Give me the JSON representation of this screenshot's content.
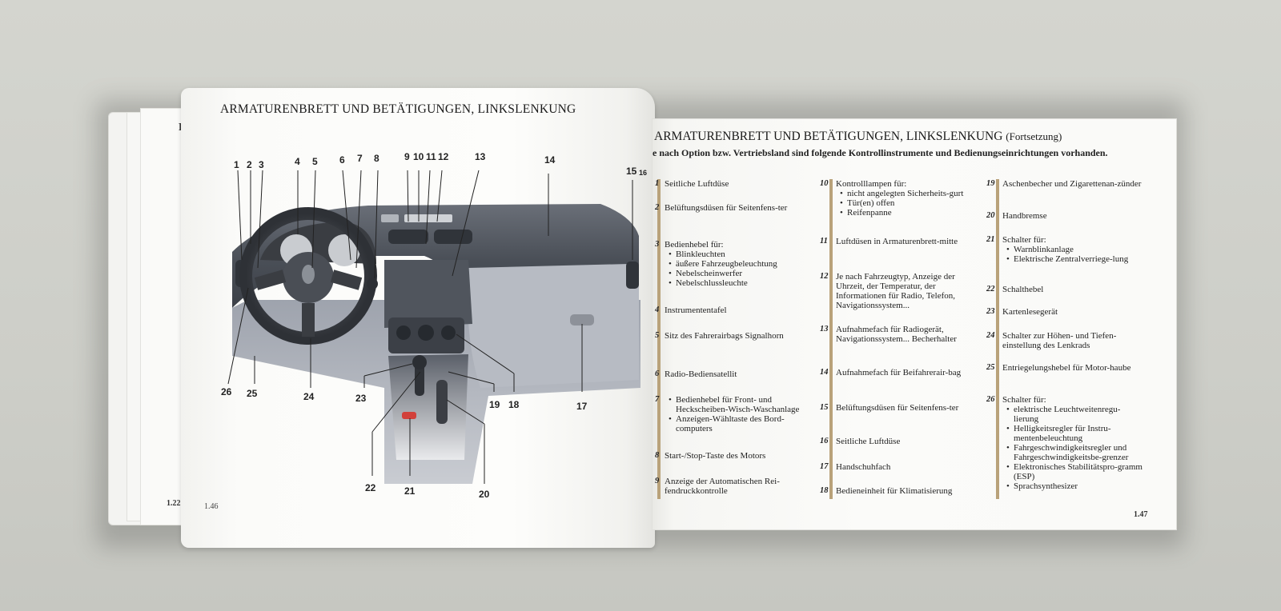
{
  "left_page": {
    "title": "ARMATURENBRETT UND BETÄTIGUNGEN, LINKSLENKUNG",
    "page_number": "1.46",
    "under_page_title": "FA",
    "under_page_number": "1.22"
  },
  "diagram": {
    "callouts": [
      "1",
      "2",
      "3",
      "4",
      "5",
      "6",
      "7",
      "8",
      "9",
      "10",
      "11",
      "12",
      "13",
      "14",
      "15",
      "16",
      "17",
      "18",
      "19",
      "20",
      "21",
      "22",
      "23",
      "24",
      "25",
      "26"
    ]
  },
  "right_page": {
    "title": "ARMATURENBRETT UND BETÄTIGUNGEN, LINKSLENKUNG",
    "title_suffix": "(Fortsetzung)",
    "intro": "e nach Option bzw. Vertriebsland sind folgende Kontrollinstrumente und Bedienungseinrichtungen vorhanden.",
    "page_number": "1.47",
    "columns": [
      [
        {
          "num": "1",
          "text": "Seitliche Luftdüse"
        },
        {
          "num": "2",
          "text": "Belüftungsdüsen für Seitenfens-ter"
        },
        {
          "num": "3",
          "text": "Bedienhebel für:",
          "bullets": [
            "Blinkleuchten",
            "äußere Fahrzeugbeleuchtung",
            "Nebelscheinwerfer",
            "Nebelschlussleuchte"
          ]
        },
        {
          "num": "4",
          "text": "Instrumententafel"
        },
        {
          "num": "5",
          "text": "Sitz des Fahrerairbags Signalhorn"
        },
        {
          "num": "6",
          "text": "Radio-Bediensatellit"
        },
        {
          "num": "7",
          "text": "",
          "bullets": [
            "Bedienhebel für Front- und Heckscheiben-Wisch-Waschanlage",
            "Anzeigen-Wähltaste des Bord-computers"
          ]
        },
        {
          "num": "8",
          "text": "Start-/Stop-Taste des Motors"
        },
        {
          "num": "9",
          "text": "Anzeige der Automatischen Rei-fendruckkontrolle"
        }
      ],
      [
        {
          "num": "10",
          "text": "Kontrolllampen für:",
          "bullets": [
            "nicht angelegten Sicherheits-gurt",
            "Tür(en) offen",
            "Reifenpanne"
          ]
        },
        {
          "num": "11",
          "text": "Luftdüsen in Armaturenbrett-mitte"
        },
        {
          "num": "12",
          "text": "Je nach Fahrzeugtyp, Anzeige der Uhrzeit, der Temperatur, der Informationen für Radio, Telefon, Navigationssystem..."
        },
        {
          "num": "13",
          "text": "Aufnahmefach für Radiogerät, Navigationssystem... Becherhalter"
        },
        {
          "num": "14",
          "text": "Aufnahmefach für Beifahrerair-bag"
        },
        {
          "num": "15",
          "text": "Belüftungsdüsen für Seitenfens-ter"
        },
        {
          "num": "16",
          "text": "Seitliche Luftdüse"
        },
        {
          "num": "17",
          "text": "Handschuhfach"
        },
        {
          "num": "18",
          "text": "Bedieneinheit für Klimatisierung"
        }
      ],
      [
        {
          "num": "19",
          "text": "Aschenbecher und Zigarettenan-zünder"
        },
        {
          "num": "20",
          "text": "Handbremse"
        },
        {
          "num": "21",
          "text": "Schalter für:",
          "bullets": [
            "Warnblinkanlage",
            "Elektrische Zentralverriege-lung"
          ]
        },
        {
          "num": "22",
          "text": "Schalthebel"
        },
        {
          "num": "23",
          "text": "Kartenlesegerät"
        },
        {
          "num": "24",
          "text": "Schalter zur Höhen- und Tiefen-einstellung des Lenkrads"
        },
        {
          "num": "25",
          "text": "Entriegelungshebel für Motor-haube"
        },
        {
          "num": "26",
          "text": "Schalter für:",
          "bullets": [
            "elektrische Leuchtweitenregu-lierung",
            "Helligkeitsregler für Instru-mentenbeleuchtung",
            "Fahrgeschwindigkeitsregler und Fahrgeschwindigkeitsbe-grenzer",
            "Elektronisches Stabilitätspro-gramm (ESP)",
            "Sprachsynthesizer"
          ]
        }
      ]
    ]
  }
}
